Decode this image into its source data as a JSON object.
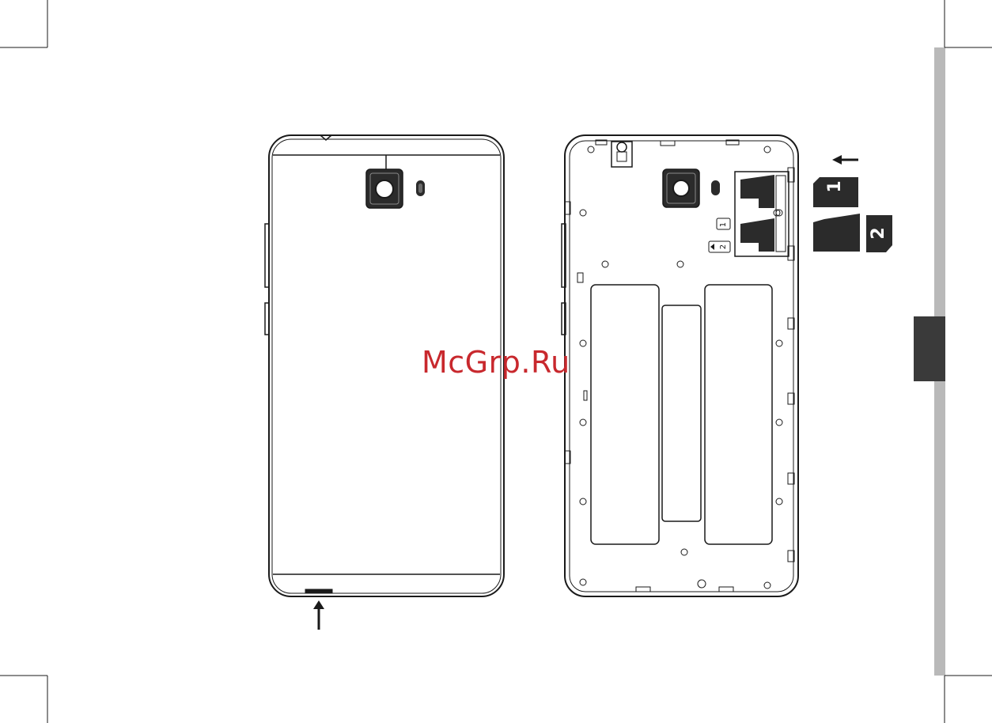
{
  "watermark": {
    "text": "McGrp.Ru",
    "color": "#c8282d"
  },
  "sim_cards": {
    "card1_label": "1",
    "card2_label": "2"
  },
  "slot_markers": {
    "slot1": "1",
    "slot2": "2"
  },
  "colors": {
    "line": "#1a1a1a",
    "strip": "#b9b9b9",
    "tab": "#3a3a3a",
    "card": "#2b2b2b"
  },
  "icons": [
    "crop-mark-icon",
    "arrow-up-icon",
    "arrow-left-icon",
    "camera-lens-icon",
    "flash-icon",
    "sim-card-icon",
    "screw-icon"
  ]
}
